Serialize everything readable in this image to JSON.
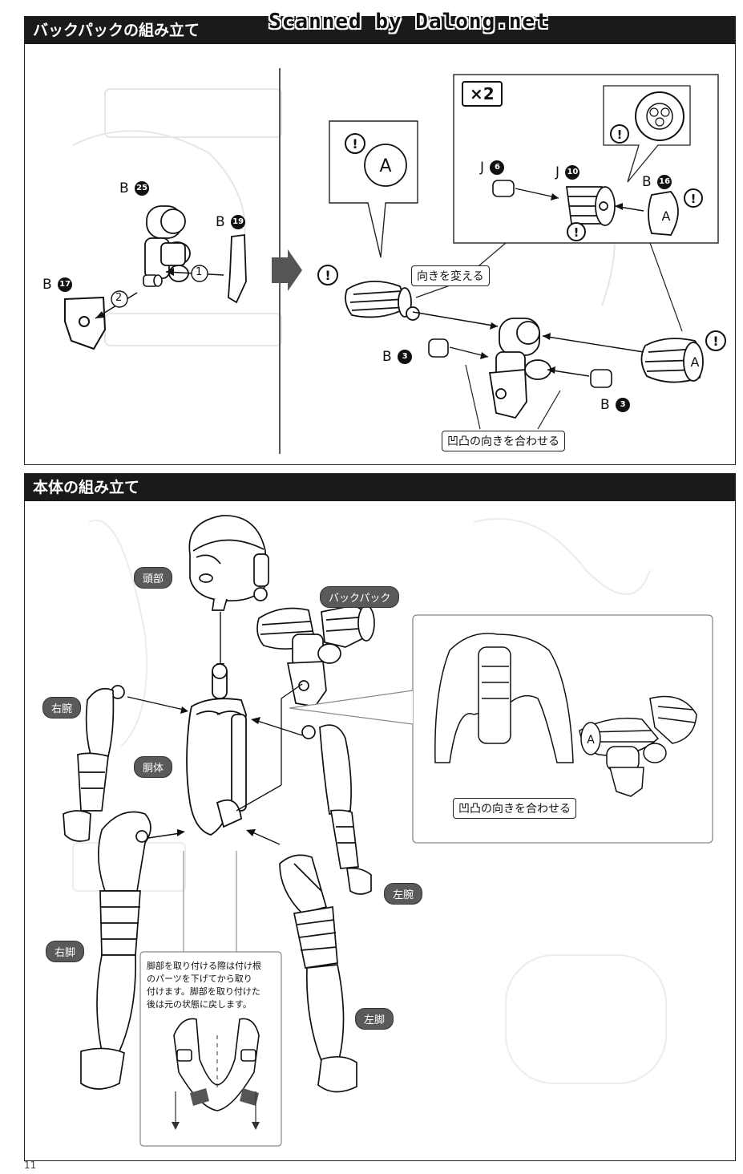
{
  "watermark": "Scanned by Dalong.net",
  "section1": {
    "title": "バックパックの組み立て",
    "parts": {
      "b25": {
        "letter": "B",
        "num": "25"
      },
      "b19": {
        "letter": "B",
        "num": "19"
      },
      "b17": {
        "letter": "B",
        "num": "17"
      },
      "j6": {
        "letter": "J",
        "num": "6"
      },
      "j10": {
        "letter": "J",
        "num": "10"
      },
      "b16": {
        "letter": "B",
        "num": "16"
      },
      "b3a": {
        "letter": "B",
        "num": "3"
      },
      "b3b": {
        "letter": "B",
        "num": "3"
      }
    },
    "steps": {
      "s1": "1",
      "s2": "2"
    },
    "multiplier": "×2",
    "note_direction": "向きを変える",
    "note_align": "凹凸の向きを合わせる"
  },
  "section2": {
    "title": "本体の組み立て",
    "tags": {
      "head": "頭部",
      "backpack": "バックパック",
      "right_arm": "右腕",
      "torso": "胴体",
      "left_arm": "左腕",
      "right_leg": "右脚",
      "left_leg": "左脚"
    },
    "note_align": "凹凸の向きを合わせる",
    "leg_note": [
      "脚部を取り付ける際は付け根",
      "のパーツを下げてから取り",
      "付けます。脚部を取り付けた",
      "後は元の状態に戻します。"
    ]
  },
  "page_number": "11"
}
